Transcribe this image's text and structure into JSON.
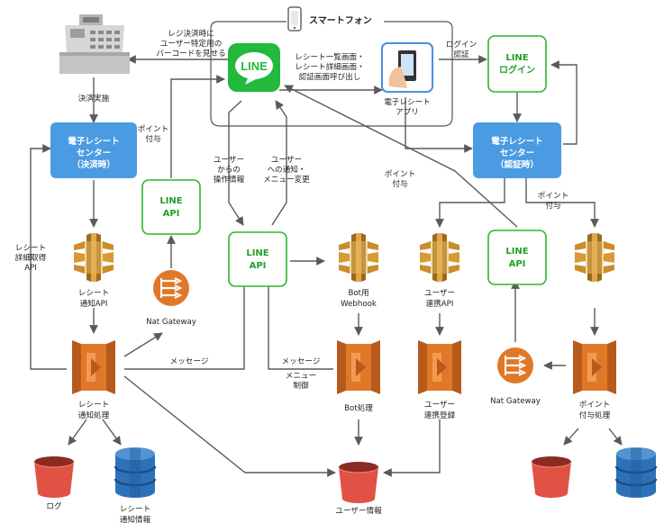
{
  "colors": {
    "blue": "#4a9be2",
    "green": "#2db52f",
    "line_brand": "#22b93c",
    "aws_api": "#c88e2b",
    "aws_lambda": "#e0782a",
    "s3": "#e05243",
    "dynamodb": "#2d72b8",
    "arrow": "#5a5a5a"
  },
  "smartphone": {
    "title": "スマートフォン",
    "line_logo": "LINE",
    "app_label": [
      "電子レシート",
      "アプリ"
    ]
  },
  "blue_boxes": {
    "payment_center": [
      "電子レシート",
      "センター",
      "（決済時）"
    ],
    "auth_center": [
      "電子レシート",
      "センター",
      "（認証時）"
    ]
  },
  "green_boxes": {
    "line_login": [
      "LINE",
      "ログイン"
    ],
    "line_api_1": [
      "LINE",
      "API"
    ],
    "line_api_2": [
      "LINE",
      "API"
    ],
    "line_api_3": [
      "LINE",
      "API"
    ]
  },
  "nodes": {
    "receipt_notify_api": [
      "レシート",
      "通知API"
    ],
    "nat_gateway_1": "Nat Gateway",
    "receipt_notify_proc": [
      "レシート",
      "通知処理"
    ],
    "bot_webhook": [
      "Bot用",
      "Webhook"
    ],
    "bot_proc": "Bot処理",
    "user_link_api": [
      "ユーザー",
      "連携API"
    ],
    "user_link_reg": [
      "ユーザー",
      "連携登録"
    ],
    "nat_gateway_2": "Nat Gateway",
    "point_proc": [
      "ポイント",
      "付与処理"
    ],
    "log": "ログ",
    "receipt_info": [
      "レシート",
      "通知情報"
    ],
    "user_info": "ユーザー情報"
  },
  "edge_labels": {
    "barcode": [
      "レジ決済時に",
      "ユーザー特定用の",
      "バーコードを見せる"
    ],
    "screens": [
      "レシート一覧画面・",
      "レシート詳細画面・",
      "認証画面呼び出し"
    ],
    "login_auth": [
      "ログイン",
      "認証"
    ],
    "payment": "決済実施",
    "point_grant_1": [
      "ポイント",
      "付与"
    ],
    "user_op": [
      "ユーザー",
      "からの",
      "操作情報"
    ],
    "user_notify": [
      "ユーザー",
      "への通知・",
      "メニュー変更"
    ],
    "point_grant_2": [
      "ポイント",
      "付与"
    ],
    "point_grant_3": [
      "ポイント",
      "付与"
    ],
    "detail_api": [
      "レシート",
      "詳細取得",
      "API"
    ],
    "message_1": "メッセージ",
    "message_menu": [
      "メッセージ",
      "メニュー",
      "制御"
    ]
  }
}
